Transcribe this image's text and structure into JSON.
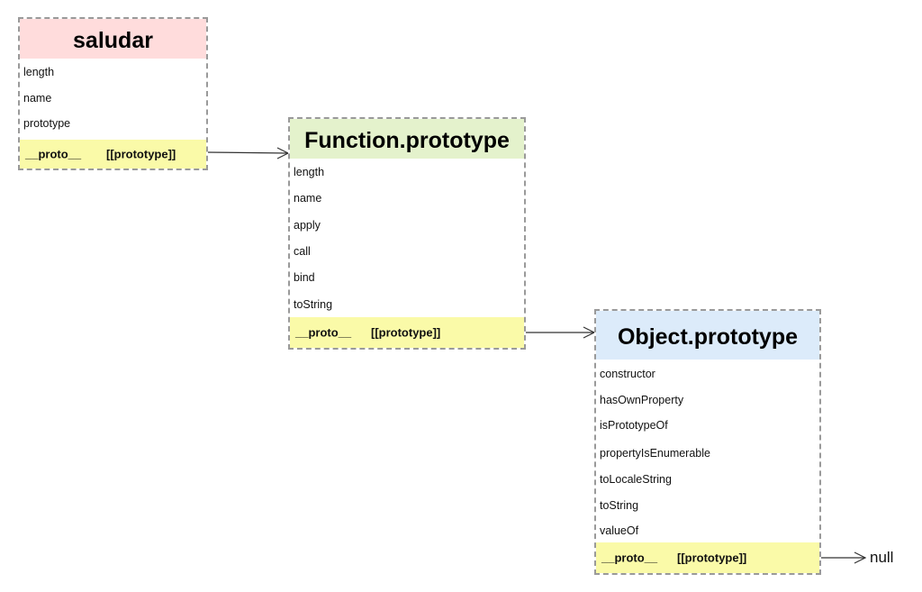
{
  "colors": {
    "saludar_header": "#ffdcdc",
    "function_header": "#e4f2cc",
    "object_header": "#dcebfa",
    "proto_row": "#fafaa8",
    "border": "#9a9a9a",
    "arrow": "#333333"
  },
  "boxes": {
    "saludar": {
      "title": "saludar",
      "props": [
        "length",
        "name",
        "prototype"
      ],
      "proto_key": "__proto__",
      "proto_value": "[[prototype]]"
    },
    "function_prototype": {
      "title": "Function.prototype",
      "props": [
        "length",
        "name",
        "apply",
        "call",
        "bind",
        "toString"
      ],
      "proto_key": "__proto__",
      "proto_value": "[[prototype]]"
    },
    "object_prototype": {
      "title": "Object.prototype",
      "props": [
        "constructor",
        "hasOwnProperty",
        "isPrototypeOf",
        "propertyIsEnumerable",
        "toLocaleString",
        "toString",
        "valueOf"
      ],
      "proto_key": "__proto__",
      "proto_value": "[[prototype]]"
    }
  },
  "null_label": "null"
}
